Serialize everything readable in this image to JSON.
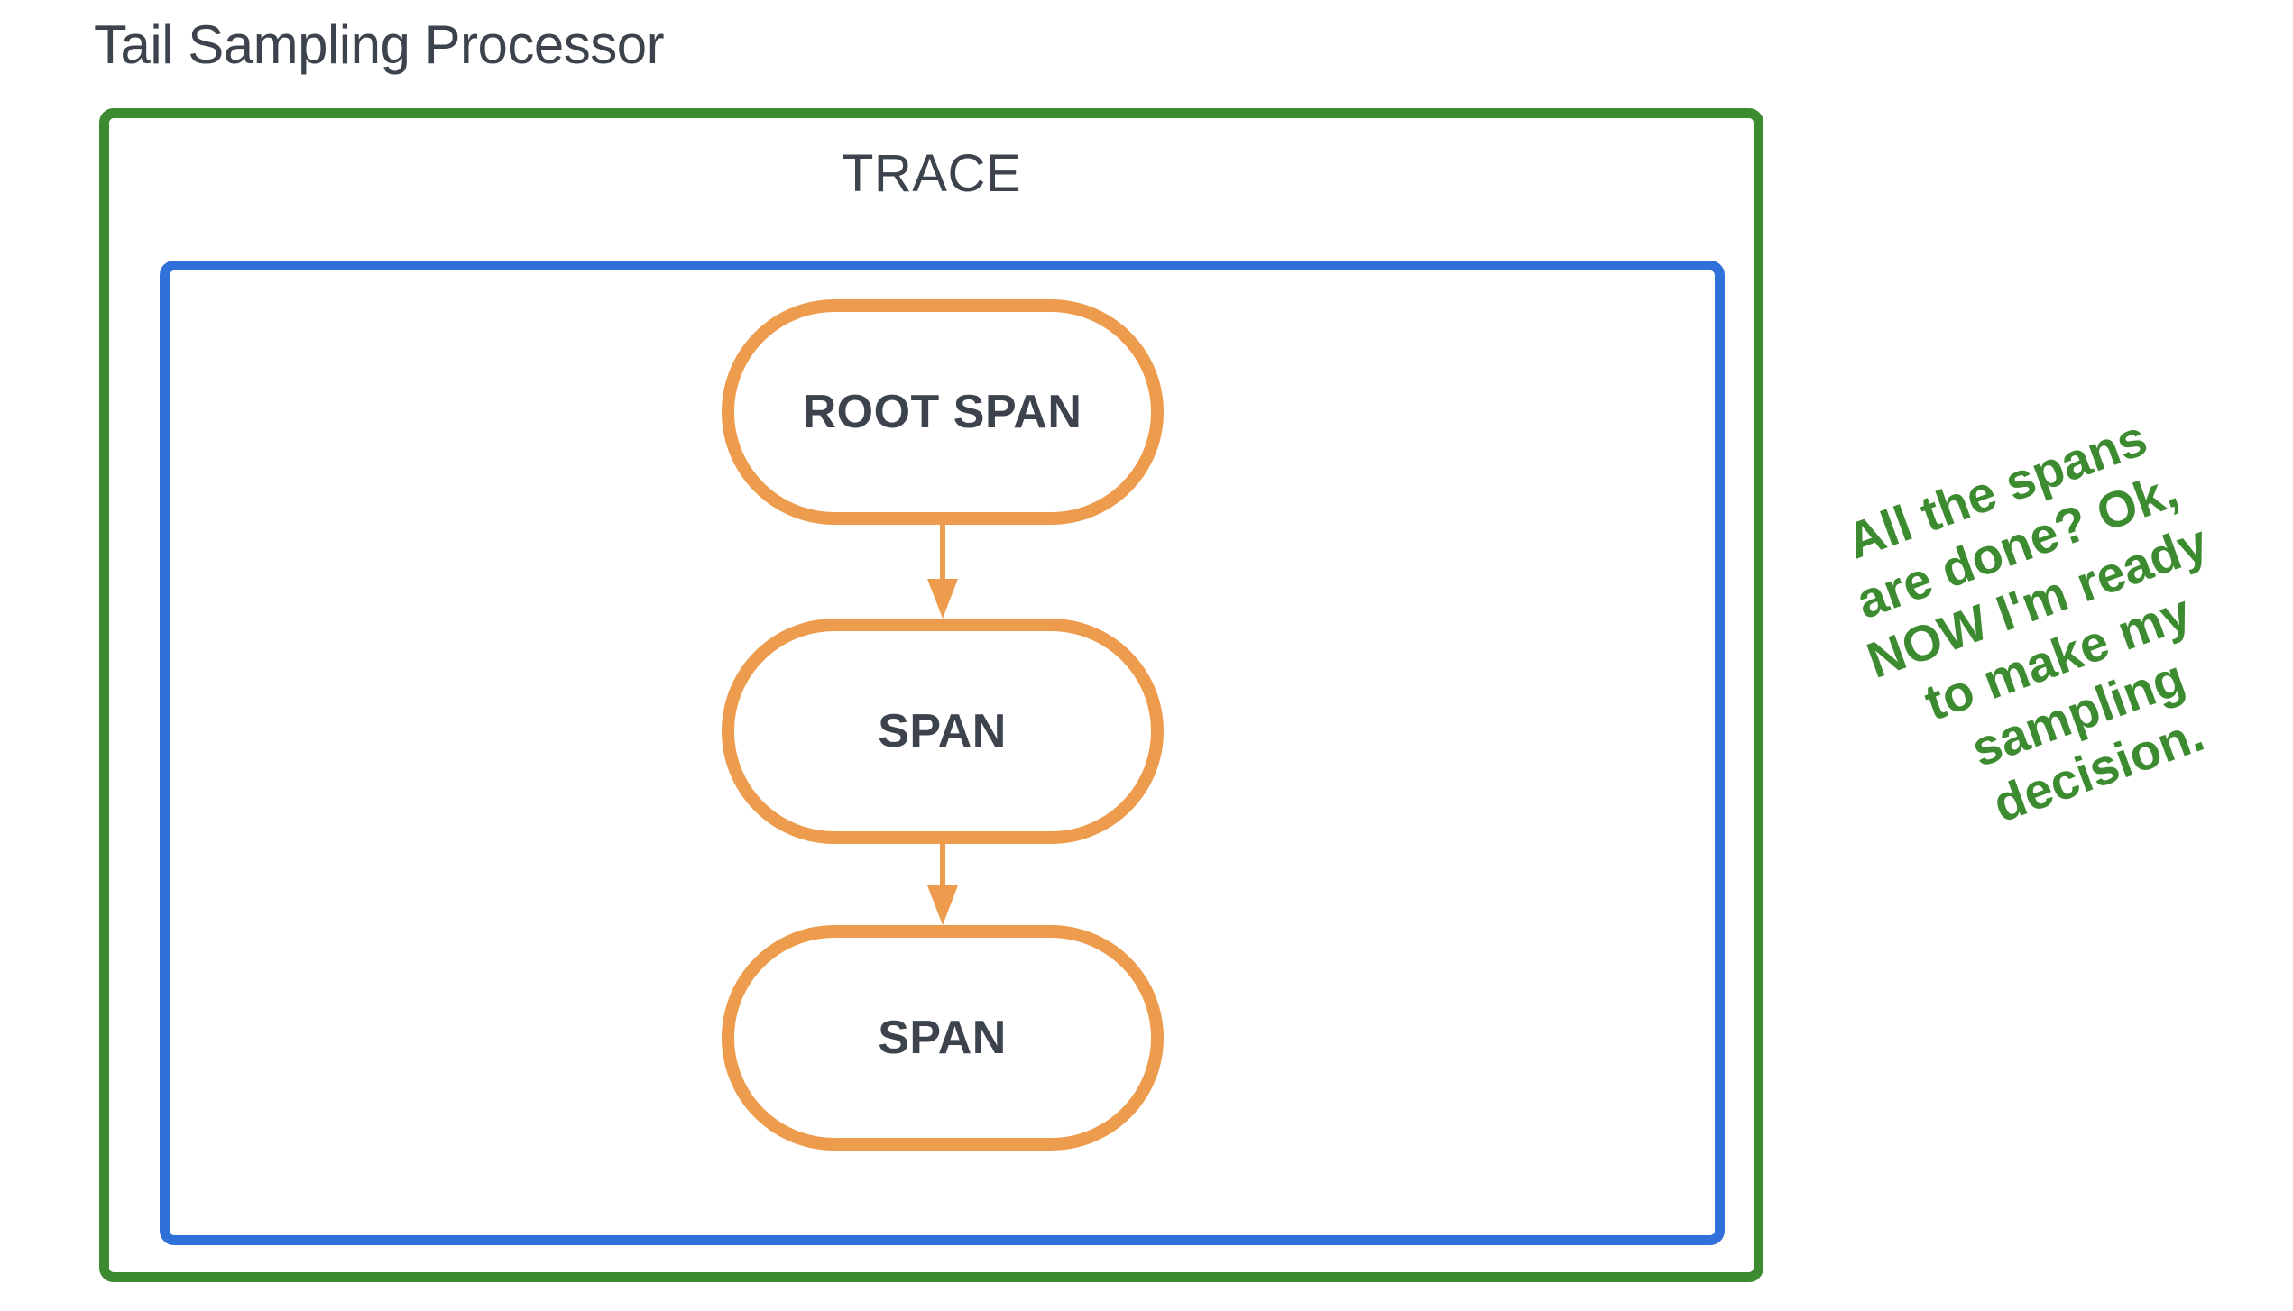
{
  "diagram": {
    "type": "flow-diagram",
    "title": "Tail Sampling Processor",
    "colors": {
      "processor_border": "#3d8b30",
      "trace_border": "#3071d9",
      "span_border": "#ed9b4c",
      "text_dark": "#3c434c",
      "annotation_green": "#3d8b30",
      "background": "#ffffff"
    }
  },
  "processor": {
    "label": "Tail Sampling Processor"
  },
  "trace": {
    "label": "TRACE",
    "spans": [
      {
        "label": "ROOT SPAN"
      },
      {
        "label": "SPAN"
      },
      {
        "label": "SPAN"
      }
    ],
    "arrows": [
      {
        "from": "ROOT SPAN",
        "to": "SPAN",
        "direction": "down"
      },
      {
        "from": "SPAN",
        "to": "SPAN",
        "direction": "down"
      }
    ]
  },
  "annotation": {
    "rotation_degrees": -20,
    "lines": [
      "All the spans",
      "are done? Ok,",
      "NOW I'm ready",
      "to make my",
      "sampling",
      "decision."
    ]
  }
}
